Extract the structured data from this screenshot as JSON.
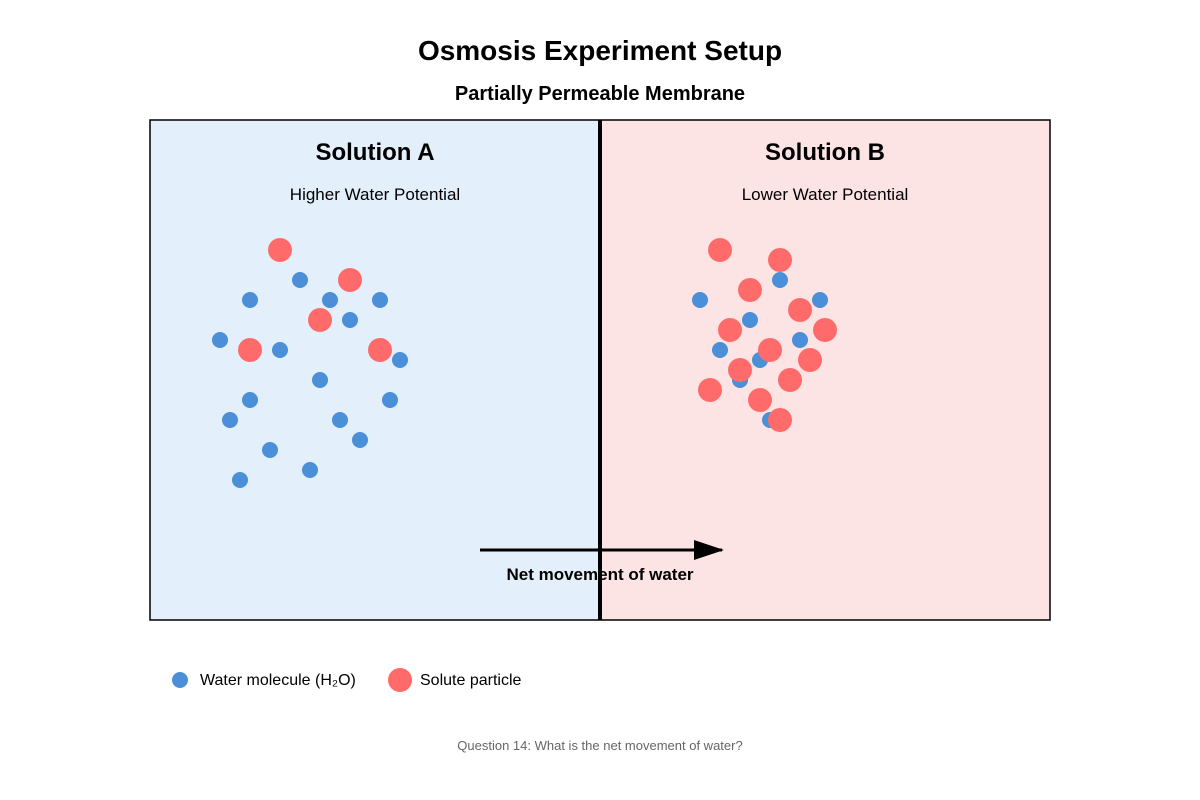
{
  "title": "Osmosis Experiment Setup",
  "membrane_label": "Partially Permeable Membrane",
  "colors": {
    "water": "#4a8fd8",
    "solute": "#ff6b6b",
    "panel_a_fill": "#e3f0fc",
    "panel_b_fill": "#fde4e4",
    "border": "#000000"
  },
  "solution_a": {
    "name": "Solution A",
    "potential": "Higher Water Potential",
    "water_count": 17,
    "solute_count": 5
  },
  "solution_b": {
    "name": "Solution B",
    "potential": "Lower Water Potential",
    "water_count": 9,
    "solute_count": 13
  },
  "arrow": {
    "label": "Net movement of water",
    "direction": "A to B"
  },
  "legend": {
    "water": "Water molecule (H₂O)",
    "solute": "Solute particle"
  },
  "question": "Question 14: What is the net movement of water?"
}
